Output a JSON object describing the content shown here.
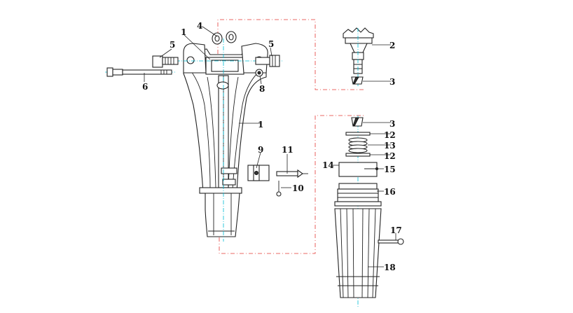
{
  "diagram": {
    "callouts": [
      {
        "id": "c1a",
        "label": "1"
      },
      {
        "id": "c1b",
        "label": "1"
      },
      {
        "id": "c2",
        "label": "2"
      },
      {
        "id": "c3a",
        "label": "3"
      },
      {
        "id": "c3b",
        "label": "3"
      },
      {
        "id": "c4",
        "label": "4"
      },
      {
        "id": "c5a",
        "label": "5"
      },
      {
        "id": "c5b",
        "label": "5"
      },
      {
        "id": "c6",
        "label": "6"
      },
      {
        "id": "c8",
        "label": "8"
      },
      {
        "id": "c9",
        "label": "9"
      },
      {
        "id": "c10",
        "label": "10"
      },
      {
        "id": "c11",
        "label": "11"
      },
      {
        "id": "c12a",
        "label": "12"
      },
      {
        "id": "c12b",
        "label": "12"
      },
      {
        "id": "c13",
        "label": "13"
      },
      {
        "id": "c14",
        "label": "14"
      },
      {
        "id": "c15",
        "label": "15"
      },
      {
        "id": "c16",
        "label": "16"
      },
      {
        "id": "c17",
        "label": "17"
      },
      {
        "id": "c18",
        "label": "18"
      }
    ],
    "colors": {
      "line": "#222222",
      "axis": "#00bcd4",
      "group_outline": "#e53935",
      "background": "#ffffff"
    }
  }
}
